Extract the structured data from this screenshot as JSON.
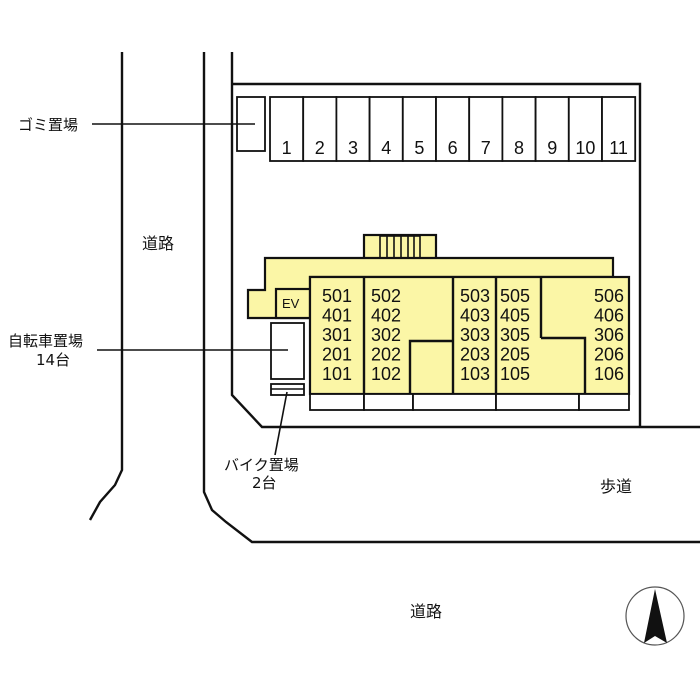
{
  "labels": {
    "garbage_area": "ゴミ置場",
    "road_left": "道路",
    "road_bottom": "道路",
    "bicycle_area": "自転車置場",
    "bicycle_count": "14台",
    "bike_area": "バイク置場",
    "bike_count": "2台",
    "sidewalk": "歩道",
    "elevator": "EV"
  },
  "parking_spaces": [
    "1",
    "2",
    "3",
    "4",
    "5",
    "6",
    "7",
    "8",
    "9",
    "10",
    "11"
  ],
  "units": [
    {
      "stack": [
        "501",
        "401",
        "301",
        "201",
        "101"
      ]
    },
    {
      "stack": [
        "502",
        "402",
        "302",
        "202",
        "102"
      ]
    },
    {
      "stack": [
        "503",
        "403",
        "303",
        "203",
        "103"
      ]
    },
    {
      "stack": [
        "505",
        "405",
        "305",
        "205",
        "105"
      ]
    },
    {
      "stack": [
        "506",
        "406",
        "306",
        "206",
        "106"
      ]
    }
  ],
  "colors": {
    "building_fill": "#fbf6a6",
    "line": "#111111"
  },
  "compass": {
    "direction": "north"
  }
}
